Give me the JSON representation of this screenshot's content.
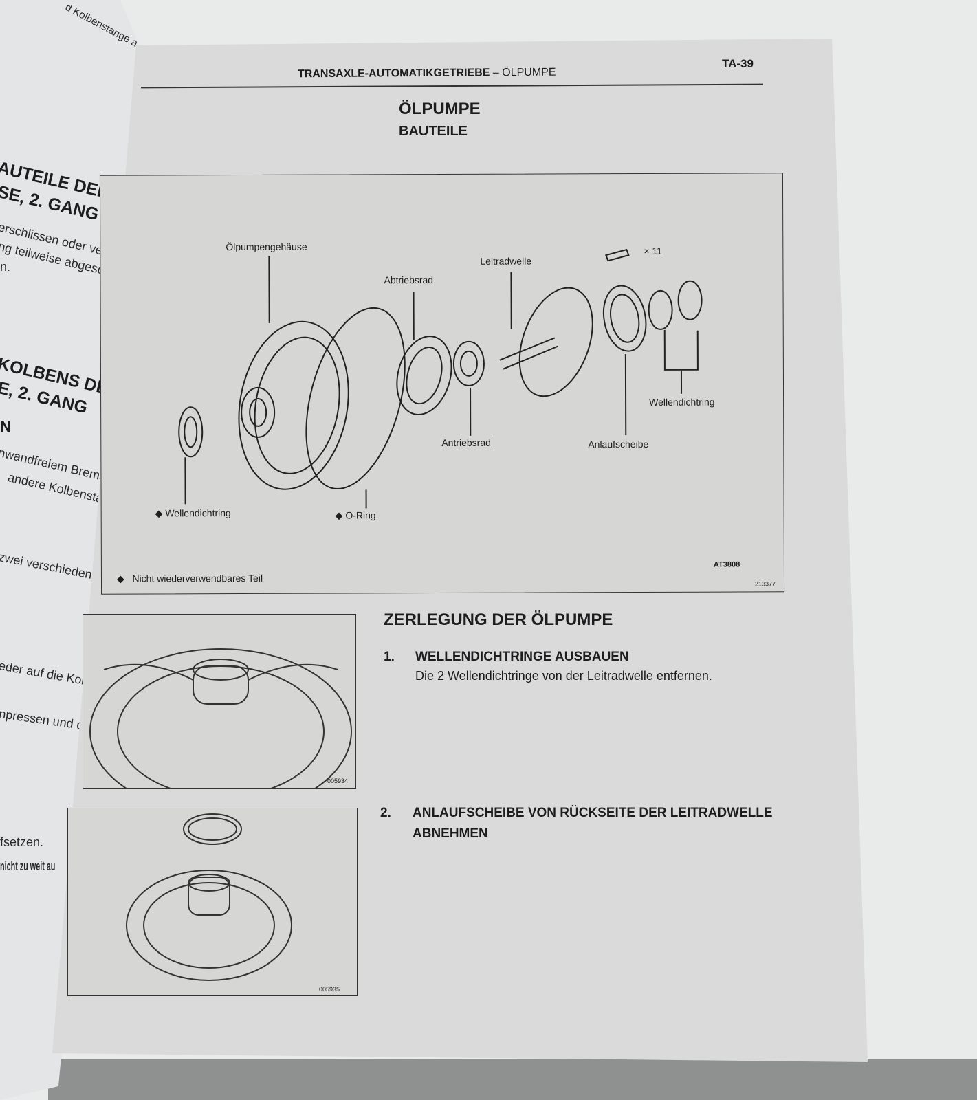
{
  "left_page": {
    "lines": [
      "d Kolbenstange an",
      "AUTEILE DER",
      "SE, 2. GANG",
      "erschlissen oder verfa",
      "ng teilweise abgeschli",
      "n.",
      "KOLBENS DER",
      "E, 2. GANG",
      "N",
      "nwandfreiem Brems",
      "andere Kolbensta",
      "zwei verschiedenen",
      "eder auf die Kolb",
      "npressen und de",
      "fsetzen.",
      "nicht zu weit au"
    ]
  },
  "header": {
    "section": "TRANSAXLE-AUTOMATIKGETRIEBE",
    "separator": "–",
    "subsection": "ÖLPUMPE",
    "page_number": "TA-39"
  },
  "title": "ÖLPUMPE",
  "subtitle": "BAUTEILE",
  "diagram": {
    "labels": {
      "housing": "Ölpumpengehäuse",
      "driven_gear": "Abtriebsrad",
      "stator_shaft": "Leitradwelle",
      "bolt_count": "× 11",
      "drive_gear": "Antriebsrad",
      "seal_rings": "Wellendichtring",
      "thrust_washer": "Anlaufscheibe",
      "oil_seal": "Wellendichtring",
      "o_ring": "O-Ring"
    },
    "marker": "◆",
    "legend": "Nicht wiederverwendbares Teil",
    "code": "AT3808",
    "ref": "213377"
  },
  "section": {
    "title": "ZERLEGUNG DER ÖLPUMPE",
    "steps": [
      {
        "num": "1.",
        "title": "WELLENDICHTRINGE AUSBAUEN",
        "text": "Die 2 Wellendichtringe von der Leitradwelle entfernen."
      },
      {
        "num": "2.",
        "title": "ANLAUFSCHEIBE VON RÜCKSEITE DER LEITRADWELLE",
        "title2": "ABNEHMEN"
      }
    ],
    "figures": [
      "005934",
      "005935"
    ]
  }
}
